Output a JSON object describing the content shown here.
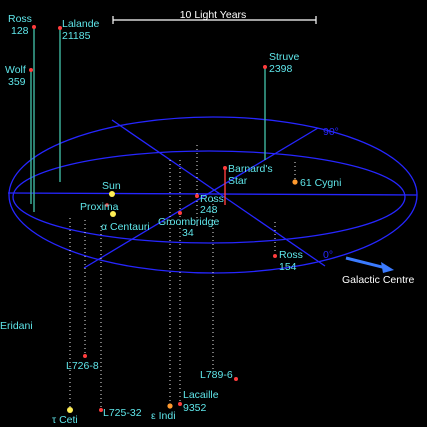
{
  "scale": {
    "label": "10 Light Years"
  },
  "axes": {
    "angle_90": "90°",
    "angle_0": "0°",
    "galactic_centre": "Galactic Centre"
  },
  "stars": {
    "ross128": {
      "line1": "Ross",
      "line2": "128",
      "color": "#ff3d3d"
    },
    "lalande": {
      "line1": "Lalande",
      "line2": "21185",
      "color": "#ff3d3d"
    },
    "wolf359": {
      "line1": "Wolf",
      "line2": "359",
      "color": "#ff3d3d"
    },
    "struve": {
      "line1": "Struve",
      "line2": "2398",
      "color": "#ff3d3d"
    },
    "barnards": {
      "line1": "Barnard's",
      "line2": "Star",
      "color": "#ff3d3d"
    },
    "cygni": {
      "line1": "61 Cygni",
      "color": "#ff9a2e"
    },
    "sun": {
      "line1": "Sun",
      "color": "#ffee55"
    },
    "proxima": {
      "line1": "Proxima",
      "color": "#ff3d3d"
    },
    "alphacen": {
      "line1": "α Centauri",
      "color": "#ffee55"
    },
    "ross248": {
      "line1": "Ross",
      "line2": "248",
      "color": "#ff3d3d"
    },
    "groombridge": {
      "line1": "Groombridge",
      "line2": "34",
      "color": "#ff3d3d"
    },
    "ross154": {
      "line1": "Ross",
      "line2": "154",
      "color": "#ff3d3d"
    },
    "eridani": {
      "line1": "Eridani"
    },
    "l726": {
      "line1": "L726-8",
      "color": "#ff3d3d"
    },
    "l789": {
      "line1": "L789-6",
      "color": "#ff3d3d"
    },
    "lacaille": {
      "line1": "Lacaille",
      "line2": "9352",
      "color": "#ff3d3d"
    },
    "tauceti": {
      "line1": "τ Ceti",
      "color": "#ffee55"
    },
    "l725": {
      "line1": "L725-32",
      "color": "#ff3d3d"
    },
    "epsindi": {
      "line1": "ε Indi",
      "color": "#ff9a2e"
    }
  }
}
